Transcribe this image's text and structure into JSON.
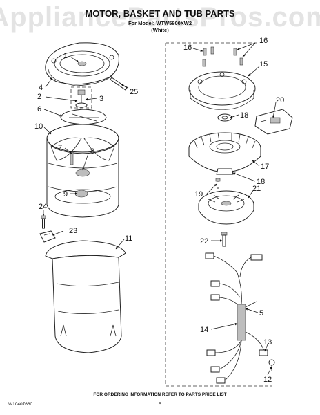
{
  "watermark": "AppliancePartsPros.com",
  "header": {
    "title": "MOTOR, BASKET AND TUB PARTS",
    "model_line": "For Model: WTW5800XW2",
    "color_line": "(White)"
  },
  "callouts": [
    "1",
    "2",
    "3",
    "4",
    "5",
    "6",
    "7",
    "8",
    "9",
    "10",
    "11",
    "12",
    "13",
    "14",
    "15",
    "16",
    "16",
    "17",
    "18",
    "18",
    "19",
    "20",
    "21",
    "22",
    "23",
    "24",
    "25"
  ],
  "footer": {
    "doc_number": "W10407660",
    "page_number": "5",
    "ordering_note": "FOR ORDERING INFORMATION REFER TO PARTS PRICE LIST"
  }
}
